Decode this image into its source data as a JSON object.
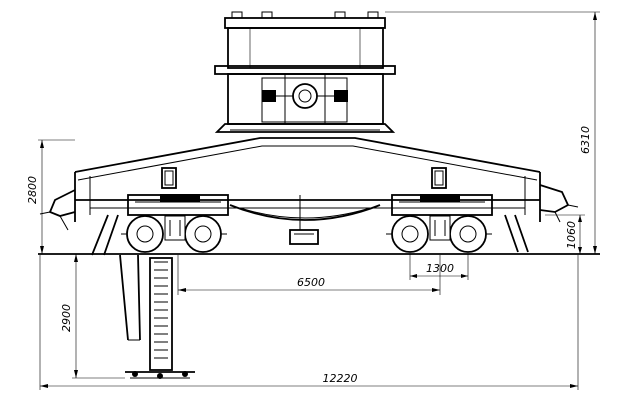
{
  "dimensions": {
    "total_height": "6310",
    "body_height": "2800",
    "pit_depth": "2900",
    "wheel_height": "1060",
    "bogie_center_distance": "6500",
    "wheel_base": "1300",
    "total_length": "12220"
  }
}
